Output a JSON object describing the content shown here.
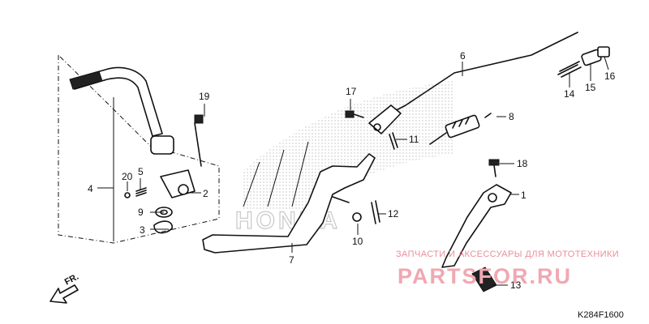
{
  "diagram": {
    "part_numbers": [
      "1",
      "2",
      "3",
      "4",
      "5",
      "6",
      "7",
      "8",
      "9",
      "10",
      "11",
      "12",
      "13",
      "14",
      "15",
      "16",
      "17",
      "18",
      "19",
      "20"
    ],
    "watermark_caption": "ЗАПЧАСТИ И АКСЕССУАРЫ ДЛЯ МОТОТЕХНИКИ",
    "watermark_logo": "PARTSFOR.RU",
    "background_logo": "HONDA",
    "front_arrow_label": "FR.",
    "drawing_code": "K284F1600"
  }
}
